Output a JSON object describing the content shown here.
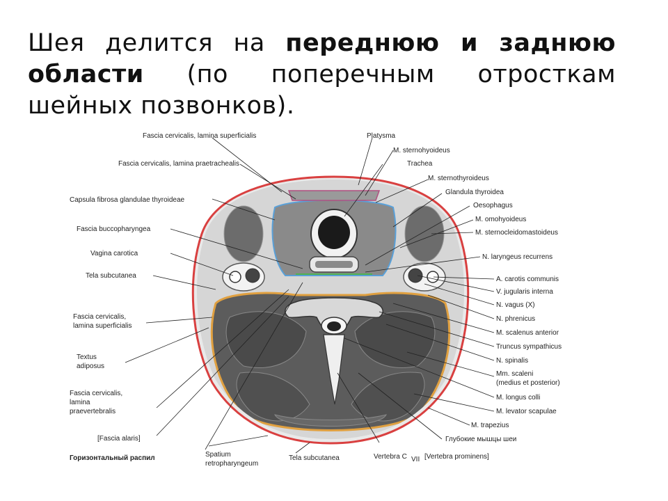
{
  "heading": {
    "part1": "Шея делится на ",
    "bold": "переднюю и заднюю области",
    "part2": " (по поперечным отросткам шейных позвонков)."
  },
  "figure": {
    "caption": "Горизонтальный распил",
    "labels_left": [
      "Capsula fibrosa glandulae thyroideae",
      "Fascia buccopharyngea",
      "Vagina carotica",
      "Tela subcutanea",
      "Fascia cervicalis,",
      "lamina superficialis",
      "Textus",
      "adiposus",
      "Fascia cervicalis,",
      "lamina",
      "praevertebralis",
      "[Fascia alaris]"
    ],
    "labels_top": [
      "Fascia cervicalis, lamina superficialis",
      "Fascia cervicalis, lamina praetrachealis",
      "Platysma"
    ],
    "labels_right": [
      "M. sternohyoideus",
      "Trachea",
      "M. sternothyroideus",
      "Glandula thyroidea",
      "Oesophagus",
      "M. omohyoideus",
      "M. sternocleidomastoideus",
      "N. laryngeus recurrens",
      "A. carotis communis",
      "V. jugularis interna",
      "N. vagus (X)",
      "N. phrenicus",
      "M. scalenus anterior",
      "Truncus sympathicus",
      "N. spinalis",
      "Mm. scaleni",
      "(medius et posterior)",
      "M. longus colli",
      "M. levator scapulae",
      "M. trapezius",
      "Глубокие мышцы шеи"
    ],
    "labels_bottom": [
      "Spatium",
      "retropharyngeum",
      "Tela subcutanea",
      "Vertebra C",
      "VII",
      "[Vertebra prominens]"
    ]
  }
}
